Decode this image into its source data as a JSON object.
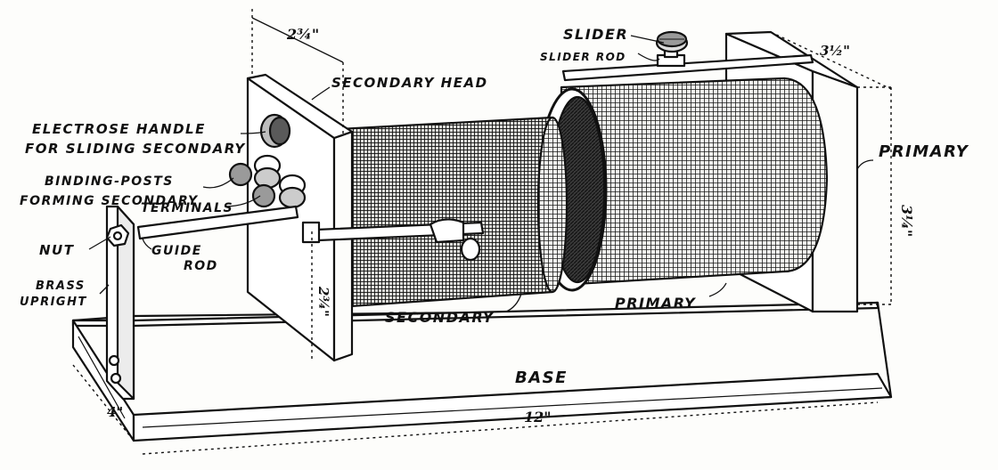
{
  "labels": {
    "slider": "SLIDER",
    "slider_rod": "SLIDER ROD",
    "secondary_head": "SECONDARY HEAD",
    "electrose_handle_line1": "ELECTROSE HANDLE",
    "electrose_handle_line2": "FOR SLIDING SECONDARY",
    "binding_posts_line1": "BINDING-POSTS",
    "binding_posts_line2": "FORMING SECONDARY",
    "binding_posts_line3": "TERMINALS",
    "nut": "NUT",
    "guide_rod_line1": "GUIDE",
    "guide_rod_line2": "ROD",
    "brass_upright_line1": "BRASS",
    "brass_upright_line2": "UPRIGHT",
    "primary_right": "PRIMARY",
    "secondary_coil": "SECONDARY",
    "primary_coil": "PRIMARY",
    "base": "BASE"
  },
  "dimensions": {
    "head_width": "2¾\"",
    "primary_head_width": "3½\"",
    "primary_height": "3¼\"",
    "secondary_height": "2¾\"",
    "base_width": "4\"",
    "base_length": "12\""
  },
  "colors": {
    "ink": "#111111",
    "coil_dark": "#2a2a2a",
    "paper": "#fdfdfb"
  }
}
